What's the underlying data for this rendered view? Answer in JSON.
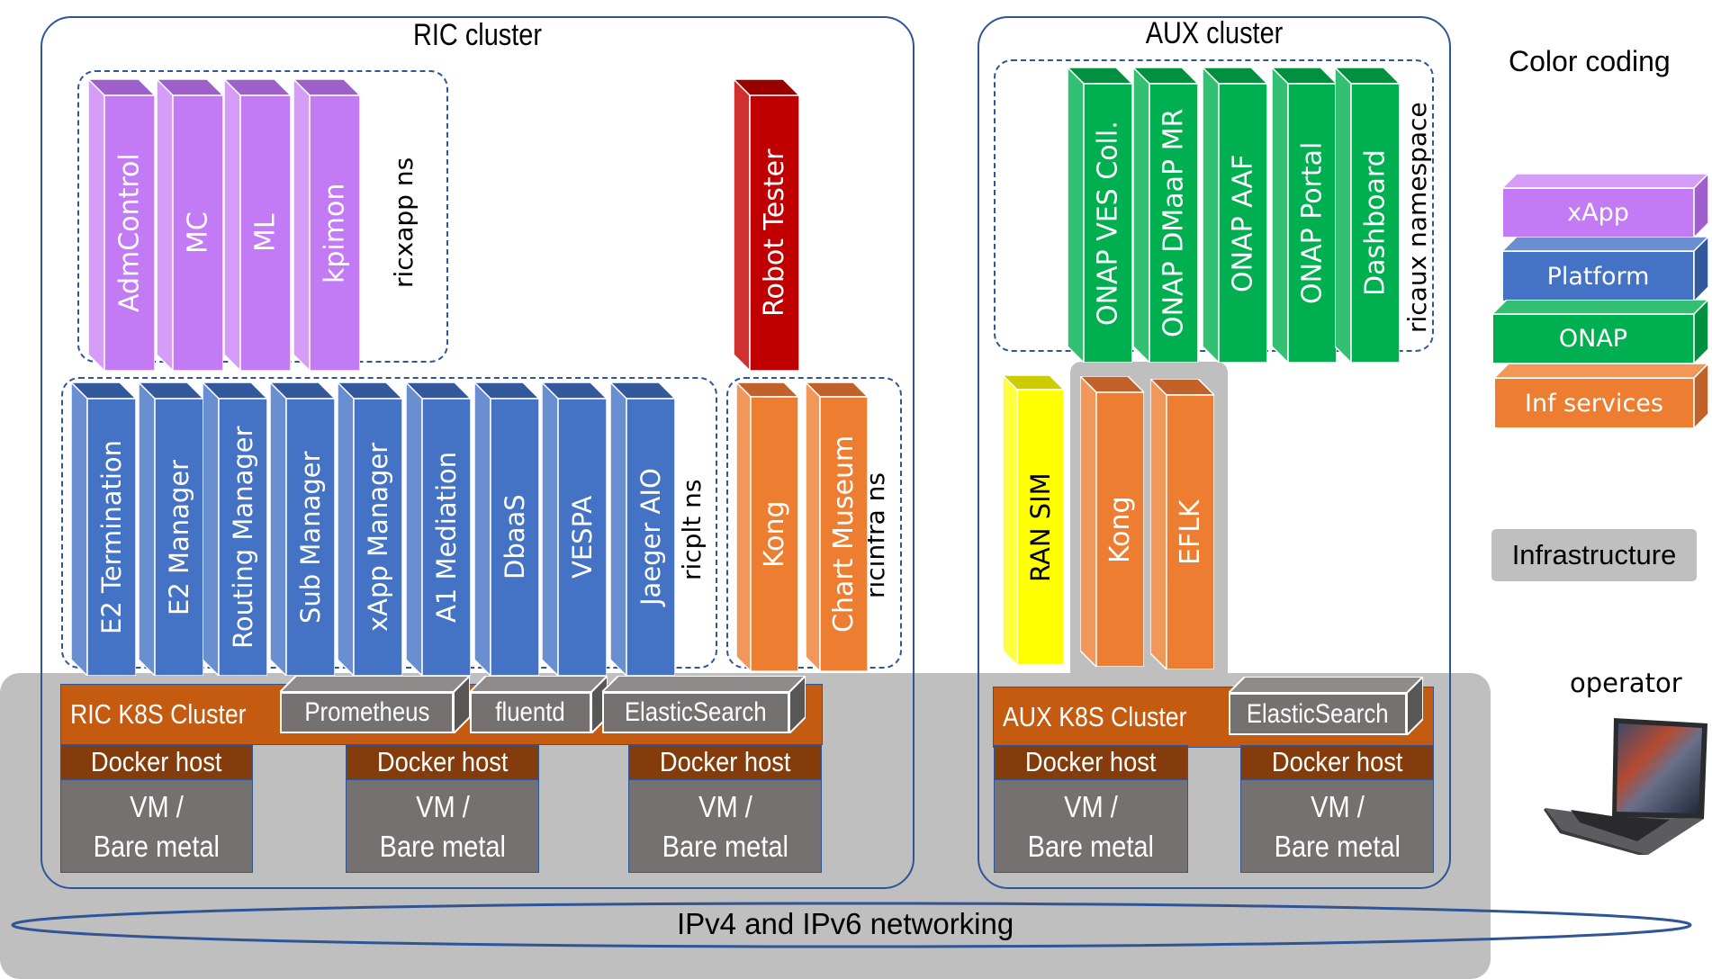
{
  "ric_cluster": {
    "title": "RIC cluster",
    "namespaces": {
      "ricxapp": {
        "label": "ricxapp ns",
        "components": [
          "AdmControl",
          "MC",
          "ML",
          "kpimon"
        ]
      },
      "ricplt": {
        "label": "ricplt ns",
        "components": [
          "E2 Termination",
          "E2 Manager",
          "Routing Manager",
          "Sub Manager",
          "xApp Manager",
          "A1 Mediation",
          "DbaaS",
          "VESPA",
          "Jaeger AIO"
        ]
      },
      "ricinfra": {
        "label": "ricinfra ns",
        "components": [
          "Kong",
          "Chart Museum"
        ]
      }
    },
    "standalone": "Robot Tester",
    "k8s_label": "RIC K8S Cluster",
    "k8s_services": [
      "Prometheus",
      "fluentd",
      "ElasticSearch"
    ],
    "hosts": [
      {
        "docker": "Docker host",
        "vm_line1": "VM /",
        "vm_line2": "Bare metal"
      },
      {
        "docker": "Docker host",
        "vm_line1": "VM /",
        "vm_line2": "Bare metal"
      },
      {
        "docker": "Docker host",
        "vm_line1": "VM /",
        "vm_line2": "Bare metal"
      }
    ]
  },
  "aux_cluster": {
    "title": "AUX cluster",
    "namespace": {
      "label": "ricaux namespace",
      "components": [
        "ONAP VES Coll.",
        "ONAP DMaaP MR",
        "ONAP AAF",
        "ONAP Portal",
        "Dashboard"
      ]
    },
    "ran_sim": "RAN SIM",
    "infra_components": [
      "Kong",
      "EFLK"
    ],
    "k8s_label": "AUX K8S Cluster",
    "k8s_services": [
      "ElasticSearch"
    ],
    "hosts": [
      {
        "docker": "Docker host",
        "vm_line1": "VM /",
        "vm_line2": "Bare metal"
      },
      {
        "docker": "Docker host",
        "vm_line1": "VM /",
        "vm_line2": "Bare metal"
      }
    ]
  },
  "network": {
    "label": "IPv4 and IPv6 networking"
  },
  "legend": {
    "title": "Color coding",
    "items": [
      {
        "label": "xApp",
        "color": "#c27bf5"
      },
      {
        "label": "Platform",
        "color": "#4472c4"
      },
      {
        "label": "ONAP",
        "color": "#00b050"
      },
      {
        "label": "Inf services",
        "color": "#ed7d31"
      }
    ],
    "infrastructure": {
      "label": "Infrastructure",
      "color": "#bfbfbf"
    }
  },
  "operator": {
    "label": "operator",
    "icon": "laptop-icon"
  },
  "colors": {
    "xapp": "#c27bf5",
    "platform": "#4472c4",
    "onap": "#00b050",
    "inf_services": "#ed7d31",
    "robot": "#c00000",
    "ran_sim": "#ffff00",
    "infrastructure": "#bfbfbf",
    "k8s": "#c55a11",
    "docker": "#843c0c",
    "vm": "#767171",
    "border": "#2f5597"
  }
}
